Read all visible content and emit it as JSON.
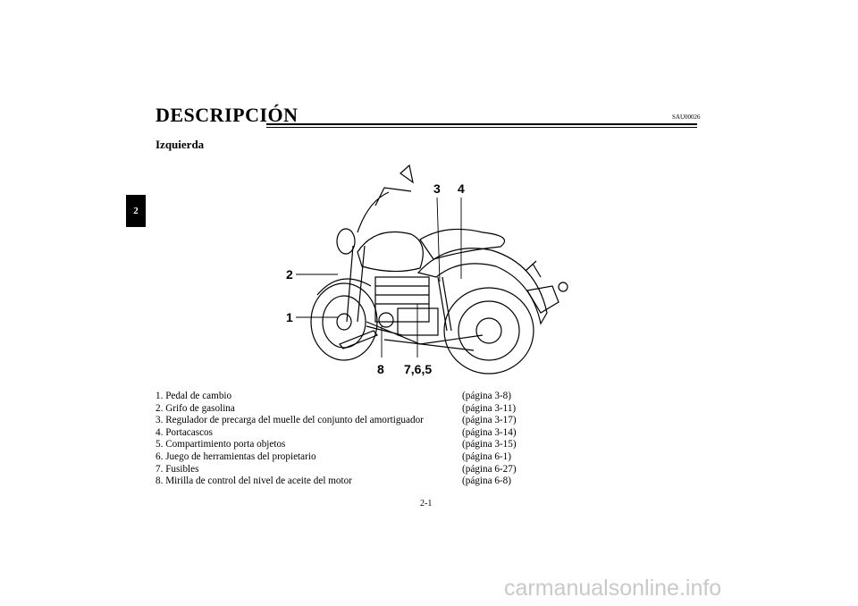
{
  "header": {
    "title": "DESCRIPCIÓN",
    "code": "SAU00026",
    "subtitle": "Izquierda"
  },
  "side_tab": "2",
  "figure": {
    "callouts": [
      "3",
      "4",
      "2",
      "1",
      "8",
      "7,6,5"
    ]
  },
  "parts": [
    {
      "text": "1. Pedal de cambio",
      "page": "(página 3-8)"
    },
    {
      "text": "2. Grifo de gasolina",
      "page": "(página 3-11)"
    },
    {
      "text": "3. Regulador de precarga del muelle del conjunto del amortiguador",
      "page": "(página 3-17)"
    },
    {
      "text": "4. Portacascos",
      "page": "(página 3-14)"
    },
    {
      "text": "5. Compartimiento porta objetos",
      "page": "(página 3-15)"
    },
    {
      "text": "6. Juego de herramientas del propietario",
      "page": "(página 6-1)"
    },
    {
      "text": "7. Fusibles",
      "page": "(página 6-27)"
    },
    {
      "text": "8. Mirilla de control del nivel de aceite del motor",
      "page": "(página 6-8)"
    }
  ],
  "footer": {
    "page_number": "2-1",
    "watermark": "carmanualsonline.info"
  }
}
